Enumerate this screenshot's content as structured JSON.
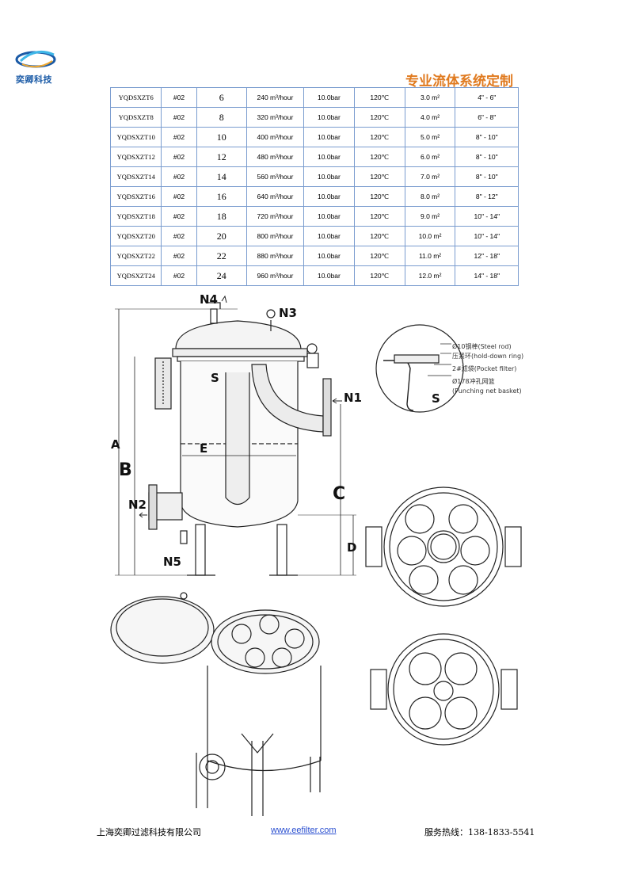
{
  "header": {
    "logo_text": "奕卿科技",
    "slogan": "专业流体系统定制"
  },
  "table": {
    "rows": [
      [
        "YQDSXZT6",
        "#02",
        "6",
        "240 m³/hour",
        "10.0bar",
        "120℃",
        "3.0 m²",
        "4\" - 6\""
      ],
      [
        "YQDSXZT8",
        "#02",
        "8",
        "320 m³/hour",
        "10.0bar",
        "120℃",
        "4.0 m²",
        "6\" - 8\""
      ],
      [
        "YQDSXZT10",
        "#02",
        "10",
        "400 m³/hour",
        "10.0bar",
        "120℃",
        "5.0 m²",
        "8\" - 10\""
      ],
      [
        "YQDSXZT12",
        "#02",
        "12",
        "480 m³/hour",
        "10.0bar",
        "120℃",
        "6.0 m²",
        "8\" - 10\""
      ],
      [
        "YQDSXZT14",
        "#02",
        "14",
        "560 m³/hour",
        "10.0bar",
        "120℃",
        "7.0 m²",
        "8\" - 10\""
      ],
      [
        "YQDSXZT16",
        "#02",
        "16",
        "640 m³/hour",
        "10.0bar",
        "120℃",
        "8.0 m²",
        "8\" - 12\""
      ],
      [
        "YQDSXZT18",
        "#02",
        "18",
        "720 m³/hour",
        "10.0bar",
        "120℃",
        "9.0 m²",
        "10\" - 14\""
      ],
      [
        "YQDSXZT20",
        "#02",
        "20",
        "800 m³/hour",
        "10.0bar",
        "120℃",
        "10.0 m²",
        "10\" - 14\""
      ],
      [
        "YQDSXZT22",
        "#02",
        "22",
        "880 m³/hour",
        "10.0bar",
        "120℃",
        "11.0 m²",
        "12\" - 18\""
      ],
      [
        "YQDSXZT24",
        "#02",
        "24",
        "960 m³/hour",
        "10.0bar",
        "120℃",
        "12.0 m²",
        "14\" - 18\""
      ]
    ]
  },
  "drawing": {
    "labels": {
      "n4": "N4",
      "n3": "N3",
      "n1": "N1",
      "n2": "N2",
      "n5": "N5",
      "s": "S",
      "e": "E",
      "a": "A",
      "b": "B",
      "c": "C",
      "d": "D",
      "s_detail": "S"
    },
    "detail_notes": [
      "Ø10钢棒(Steel rod)",
      "压紧环(hold-down ring)",
      "2#滤袋(Pocket filter)",
      "Ø178冲孔网篮",
      "(Punching net basket)"
    ]
  },
  "footer": {
    "company": "上海奕卿过滤科技有限公司",
    "url": "www.eefilter.com",
    "tel": "服务热线：138-1833-5541"
  },
  "colors": {
    "slogan": "#e07a1f",
    "logo": "#1a5aa6",
    "table_border": "#7a9ccf",
    "link": "#2a4fd0"
  }
}
